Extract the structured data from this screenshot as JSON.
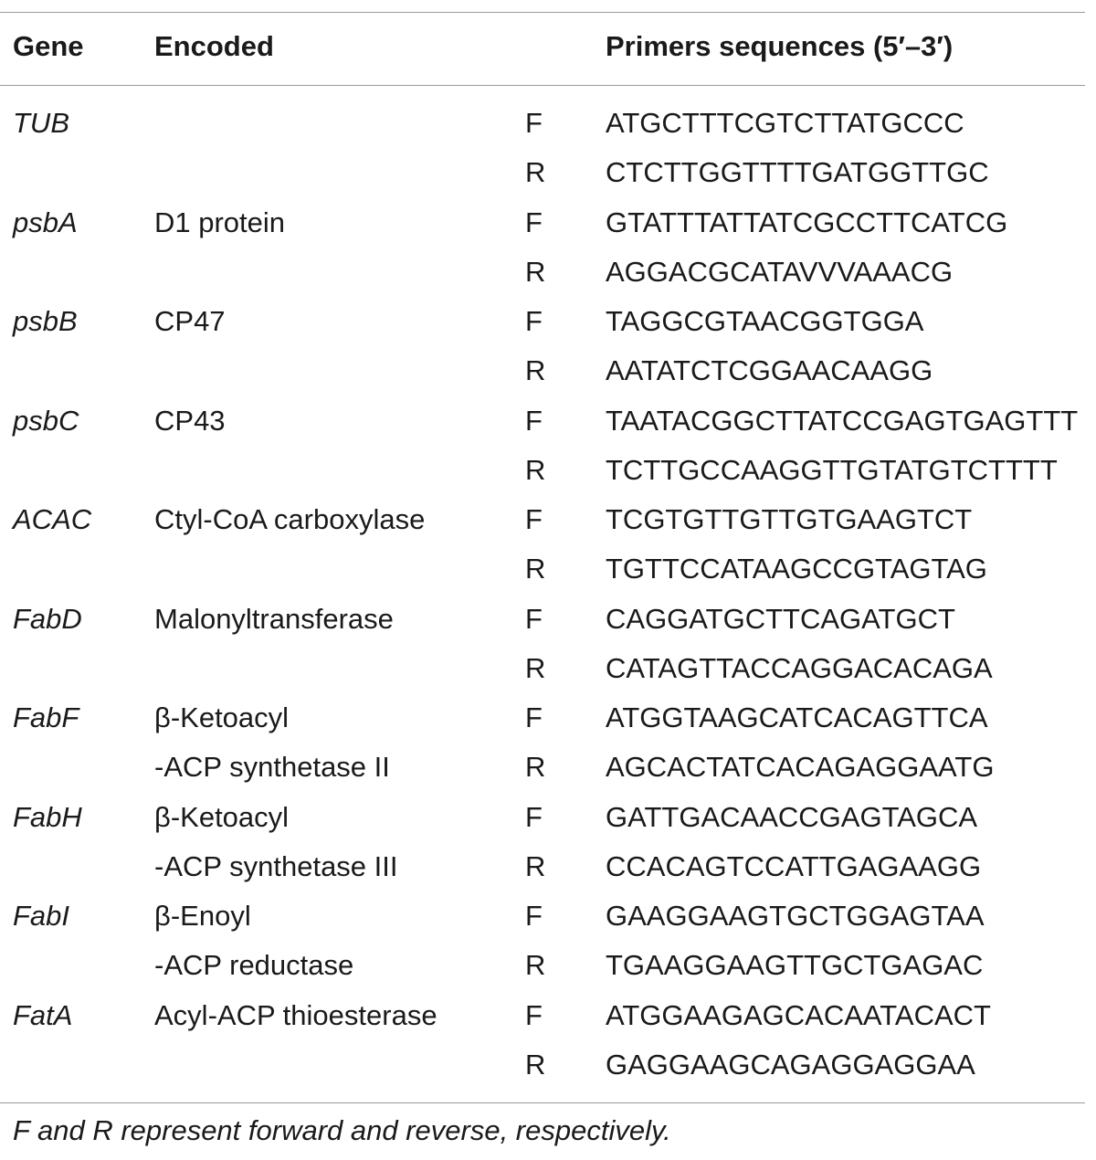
{
  "table": {
    "headers": {
      "gene": "Gene",
      "encoded": "Encoded",
      "sequence": "Primers sequences (5′–3′)"
    },
    "rows": [
      {
        "gene": "TUB",
        "encoded": "",
        "dir": "F",
        "seq": "ATGCTTTCGTCTTATGCCC"
      },
      {
        "gene": "",
        "encoded": "",
        "dir": "R",
        "seq": "CTCTTGGTTTTGATGGTTGC"
      },
      {
        "gene": "psbA",
        "encoded": "D1 protein",
        "dir": "F",
        "seq": "GTATTTATTATCGCCTTCATCG"
      },
      {
        "gene": "",
        "encoded": "",
        "dir": "R",
        "seq": "AGGACGCATAVVVAAACG"
      },
      {
        "gene": "psbB",
        "encoded": "CP47",
        "dir": "F",
        "seq": "TAGGCGTAACGGTGGA"
      },
      {
        "gene": "",
        "encoded": "",
        "dir": "R",
        "seq": "AATATCTCGGAACAAGG"
      },
      {
        "gene": "psbC",
        "encoded": "CP43",
        "dir": "F",
        "seq": "TAATACGGCTTATCCGAGTGAGTTT"
      },
      {
        "gene": "",
        "encoded": "",
        "dir": "R",
        "seq": "TCTTGCCAAGGTTGTATGTCTTTT"
      },
      {
        "gene": "ACAC",
        "encoded": "Ctyl-CoA carboxylase",
        "dir": "F",
        "seq": "TCGTGTTGTTGTGAAGTCT"
      },
      {
        "gene": "",
        "encoded": "",
        "dir": "R",
        "seq": "TGTTCCATAAGCCGTAGTAG"
      },
      {
        "gene": "FabD",
        "encoded": "Malonyltransferase",
        "dir": "F",
        "seq": "CAGGATGCTTCAGATGCT"
      },
      {
        "gene": "",
        "encoded": "",
        "dir": "R",
        "seq": "CATAGTTACCAGGACACAGA"
      },
      {
        "gene": "FabF",
        "encoded": "β-Ketoacyl",
        "dir": "F",
        "seq": "ATGGTAAGCATCACAGTTCA"
      },
      {
        "gene": "",
        "encoded": "-ACP synthetase II",
        "dir": "R",
        "seq": "AGCACTATCACAGAGGAATG"
      },
      {
        "gene": "FabH",
        "encoded": "β-Ketoacyl",
        "dir": "F",
        "seq": "GATTGACAACCGAGTAGCA"
      },
      {
        "gene": "",
        "encoded": "-ACP synthetase III",
        "dir": "R",
        "seq": "CCACAGTCCATTGAGAAGG"
      },
      {
        "gene": "FabI",
        "encoded": "β-Enoyl",
        "dir": "F",
        "seq": "GAAGGAAGTGCTGGAGTAA"
      },
      {
        "gene": "",
        "encoded": "-ACP reductase",
        "dir": "R",
        "seq": "TGAAGGAAGTTGCTGAGAC"
      },
      {
        "gene": "FatA",
        "encoded": "Acyl-ACP thioesterase",
        "dir": "F",
        "seq": "ATGGAAGAGCACAATACACT"
      },
      {
        "gene": "",
        "encoded": "",
        "dir": "R",
        "seq": "GAGGAAGCAGAGGAGGAA"
      }
    ]
  },
  "footnote": "F and R represent forward and reverse, respectively."
}
